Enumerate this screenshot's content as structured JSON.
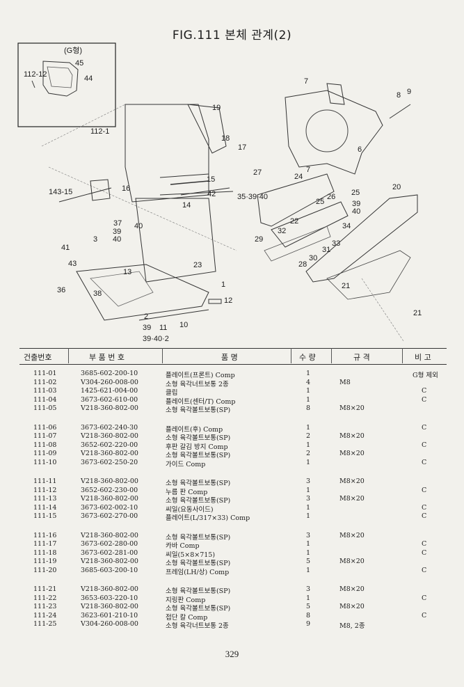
{
  "title": "FIG.111 본체 관계(2)",
  "diagram": {
    "inset_variant": "(G형)",
    "callouts": [
      "1",
      "2",
      "3",
      "6",
      "7",
      "7",
      "8",
      "9",
      "10",
      "11",
      "12",
      "13",
      "14",
      "15",
      "16",
      "112-1",
      "143-15",
      "17",
      "18",
      "19",
      "20",
      "21",
      "21",
      "22",
      "23",
      "24",
      "25",
      "25",
      "26",
      "27",
      "28",
      "29",
      "30",
      "31",
      "32",
      "33",
      "34",
      "35·39·40",
      "36",
      "37",
      "38",
      "39",
      "39",
      "39",
      "40",
      "40",
      "40",
      "39·40·2",
      "41",
      "42",
      "43",
      "44",
      "45",
      "112-12"
    ]
  },
  "table": {
    "headers": [
      "건출번호",
      "부 품 번 호",
      "품  명",
      "수 량",
      "규 격",
      "비 고"
    ],
    "groups": [
      [
        {
          "no": "111-01",
          "part": "3685-602-200-10",
          "name": "플레이트(프론트) Comp",
          "qty": "1",
          "spec": "",
          "note": "G형 제외"
        },
        {
          "no": "111-02",
          "part": "V304-260-008-00",
          "name": "소형 육각너트보통 2종",
          "qty": "4",
          "spec": "M8",
          "note": ""
        },
        {
          "no": "111-03",
          "part": "1425-621-004-00",
          "name": "클립",
          "qty": "1",
          "spec": "",
          "note": "C"
        },
        {
          "no": "111-04",
          "part": "3673-602-610-00",
          "name": "플레이트(센터/T) Comp",
          "qty": "1",
          "spec": "",
          "note": "C"
        },
        {
          "no": "111-05",
          "part": "V218-360-802-00",
          "name": "소형 육각볼트보통(SP)",
          "qty": "8",
          "spec": "M8×20",
          "note": ""
        }
      ],
      [
        {
          "no": "111-06",
          "part": "3673-602-240-30",
          "name": "플레이트(후) Comp",
          "qty": "1",
          "spec": "",
          "note": "C"
        },
        {
          "no": "111-07",
          "part": "V218-360-802-00",
          "name": "소형 육각볼트보통(SP)",
          "qty": "2",
          "spec": "M8×20",
          "note": ""
        },
        {
          "no": "111-08",
          "part": "3652-602-220-00",
          "name": "후판 갈김 방지 Comp",
          "qty": "1",
          "spec": "",
          "note": "C"
        },
        {
          "no": "111-09",
          "part": "V218-360-802-00",
          "name": "소형 육각볼트보통(SP)",
          "qty": "2",
          "spec": "M8×20",
          "note": ""
        },
        {
          "no": "111-10",
          "part": "3673-602-250-20",
          "name": "가이드 Comp",
          "qty": "1",
          "spec": "",
          "note": "C"
        }
      ],
      [
        {
          "no": "111-11",
          "part": "V218-360-802-00",
          "name": "소형 육각볼트보통(SP)",
          "qty": "3",
          "spec": "M8×20",
          "note": ""
        },
        {
          "no": "111-12",
          "part": "3652-602-230-00",
          "name": "누름 판 Comp",
          "qty": "1",
          "spec": "",
          "note": "C"
        },
        {
          "no": "111-13",
          "part": "V218-360-802-00",
          "name": "소형 육각볼트보통(SP)",
          "qty": "3",
          "spec": "M8×20",
          "note": ""
        },
        {
          "no": "111-14",
          "part": "3673-602-002-10",
          "name": "씨일(요동사이드)",
          "qty": "1",
          "spec": "",
          "note": "C"
        },
        {
          "no": "111-15",
          "part": "3673-602-270-00",
          "name": "플레이트(L/317×33) Comp",
          "qty": "1",
          "spec": "",
          "note": "C"
        }
      ],
      [
        {
          "no": "111-16",
          "part": "V218-360-802-00",
          "name": "소형 육각볼트보통(SP)",
          "qty": "3",
          "spec": "M8×20",
          "note": ""
        },
        {
          "no": "111-17",
          "part": "3673-602-280-00",
          "name": "카바 Comp",
          "qty": "1",
          "spec": "",
          "note": "C"
        },
        {
          "no": "111-18",
          "part": "3673-602-281-00",
          "name": "씨일(5×8×715)",
          "qty": "1",
          "spec": "",
          "note": "C"
        },
        {
          "no": "111-19",
          "part": "V218-360-802-00",
          "name": "소형 육각볼트보통(SP)",
          "qty": "5",
          "spec": "M8×20",
          "note": ""
        },
        {
          "no": "111-20",
          "part": "3685-603-200-10",
          "name": "프레임(LH/상) Comp",
          "qty": "1",
          "spec": "",
          "note": "C"
        }
      ],
      [
        {
          "no": "111-21",
          "part": "V218-360-802-00",
          "name": "소형 육각볼트보통(SP)",
          "qty": "3",
          "spec": "M8×20",
          "note": ""
        },
        {
          "no": "111-22",
          "part": "3653-603-220-10",
          "name": "지링판 Comp",
          "qty": "1",
          "spec": "",
          "note": "C"
        },
        {
          "no": "111-23",
          "part": "V218-360-802-00",
          "name": "소형 육각볼트보통(SP)",
          "qty": "5",
          "spec": "M8×20",
          "note": ""
        },
        {
          "no": "111-24",
          "part": "3623-601-210-10",
          "name": "접단 칼 Comp",
          "qty": "8",
          "spec": "",
          "note": "C"
        },
        {
          "no": "111-25",
          "part": "V304-260-008-00",
          "name": "소형 육각너트보통 2종",
          "qty": "9",
          "spec": "M8, 2종",
          "note": ""
        }
      ]
    ]
  },
  "page_number": "329"
}
